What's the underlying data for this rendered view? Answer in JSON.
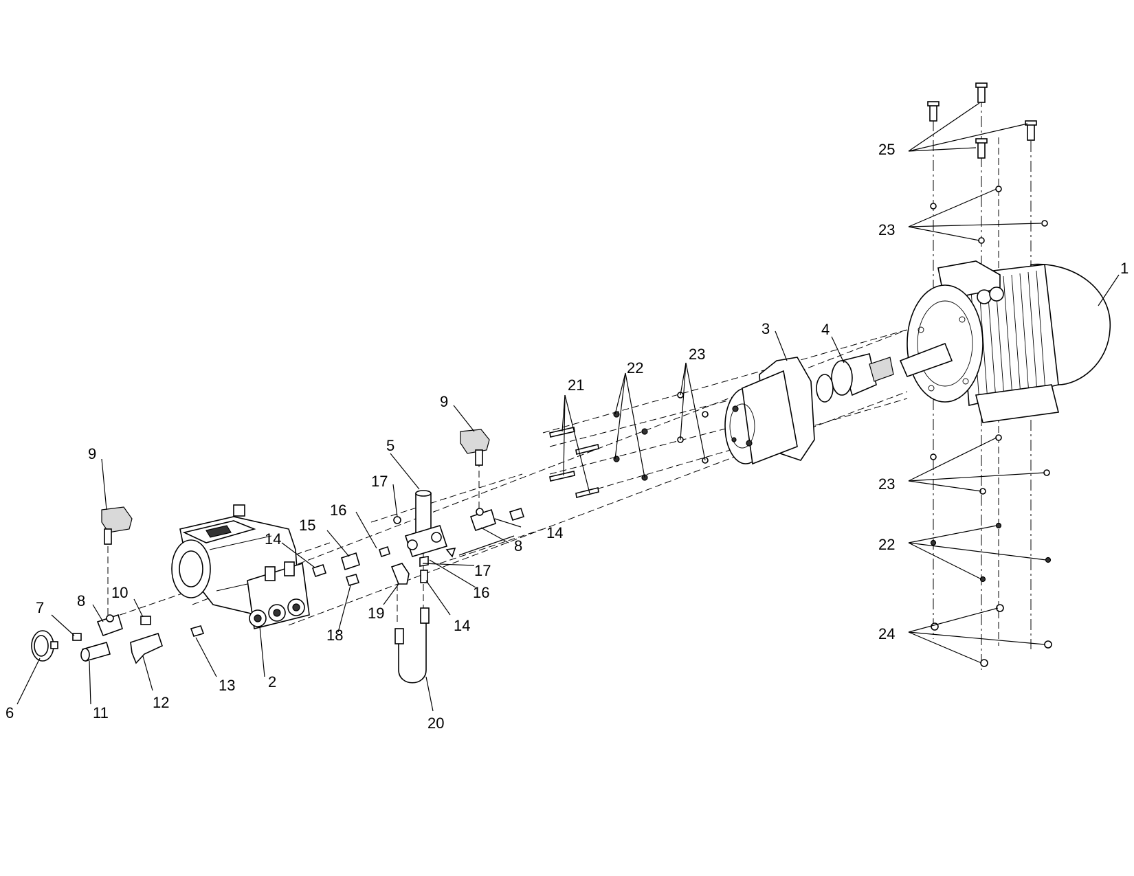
{
  "callouts": {
    "c1": "1",
    "c2": "2",
    "c3": "3",
    "c4": "4",
    "c5": "5",
    "c6": "6",
    "c7": "7",
    "c8a": "8",
    "c8b": "8",
    "c9a": "9",
    "c9b": "9",
    "c10": "10",
    "c11": "11",
    "c12": "12",
    "c13": "13",
    "c14a": "14",
    "c14b": "14",
    "c14c": "14",
    "c15": "15",
    "c16a": "16",
    "c16b": "16",
    "c17a": "17",
    "c17b": "17",
    "c18": "18",
    "c19": "19",
    "c20": "20",
    "c21": "21",
    "c22a": "22",
    "c22b": "22",
    "c23a": "23",
    "c23b": "23",
    "c23c": "23",
    "c24": "24",
    "c25": "25"
  }
}
